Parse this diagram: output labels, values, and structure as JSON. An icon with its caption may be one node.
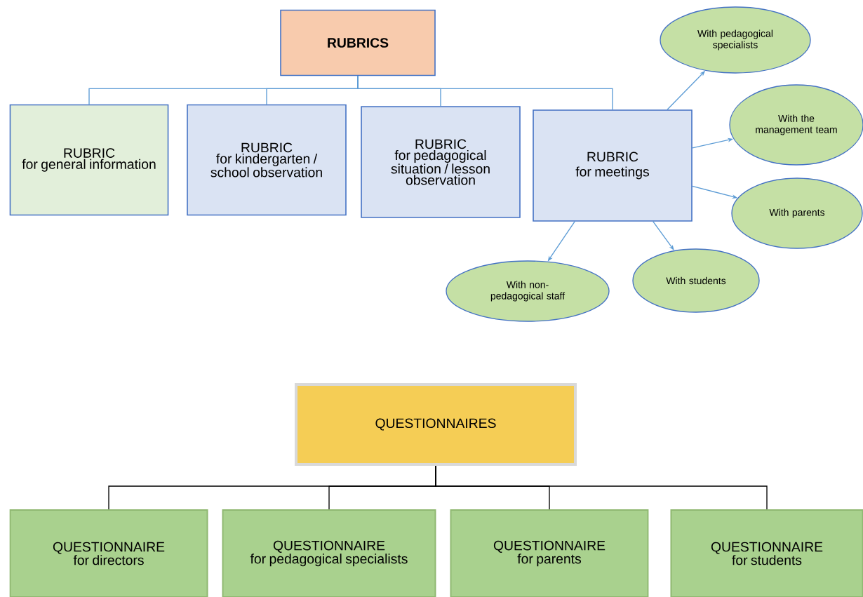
{
  "diagram": {
    "nodes": [
      {
        "text": [
          "RUBRICS"
        ]
      },
      {
        "text": [
          "RUBRIC",
          "for general information"
        ]
      },
      {
        "text": [
          "RUBRIC",
          "for kindergarten / school observation"
        ]
      },
      {
        "text": [
          "RUBRIC",
          "for pedagogical situation / lesson observation"
        ]
      },
      {
        "text": [
          "RUBRIC",
          "for meetings"
        ]
      },
      {
        "text": [
          "With pedagogical specialists"
        ]
      },
      {
        "text": [
          "With the management team"
        ]
      },
      {
        "text": [
          "With parents"
        ]
      },
      {
        "text": [
          "With non-pedagogical staff"
        ]
      },
      {
        "text": [
          "With students"
        ]
      },
      {
        "text": [
          "QUESTIONNAIRES"
        ]
      },
      {
        "text": [
          "QUESTIONNAIRE",
          "for directors"
        ]
      },
      {
        "text": [
          "QUESTIONNAIRE",
          "for pedagogical specialists"
        ]
      },
      {
        "text": [
          "QUESTIONNAIRE",
          "for parents"
        ]
      },
      {
        "text": [
          "QUESTIONNAIRE",
          "for students"
        ]
      }
    ],
    "edges": [
      {
        "from": 0,
        "to": 1,
        "arrow": "none"
      },
      {
        "from": 0,
        "to": 2,
        "arrow": "none"
      },
      {
        "from": 0,
        "to": 3,
        "arrow": "none"
      },
      {
        "from": 0,
        "to": 4,
        "arrow": "none"
      },
      {
        "from": 4,
        "to": 5,
        "arrow": "to"
      },
      {
        "from": 4,
        "to": 6,
        "arrow": "to"
      },
      {
        "from": 4,
        "to": 7,
        "arrow": "to"
      },
      {
        "from": 4,
        "to": 8,
        "arrow": "to"
      },
      {
        "from": 4,
        "to": 9,
        "arrow": "to"
      },
      {
        "from": 10,
        "to": 11,
        "arrow": "none",
        "color": "#000000"
      },
      {
        "from": 10,
        "to": 12,
        "arrow": "none",
        "color": "#000000"
      },
      {
        "from": 10,
        "to": 13,
        "arrow": "none",
        "color": "#000000"
      },
      {
        "from": 10,
        "to": 14,
        "arrow": "none",
        "color": "#000000"
      }
    ]
  }
}
